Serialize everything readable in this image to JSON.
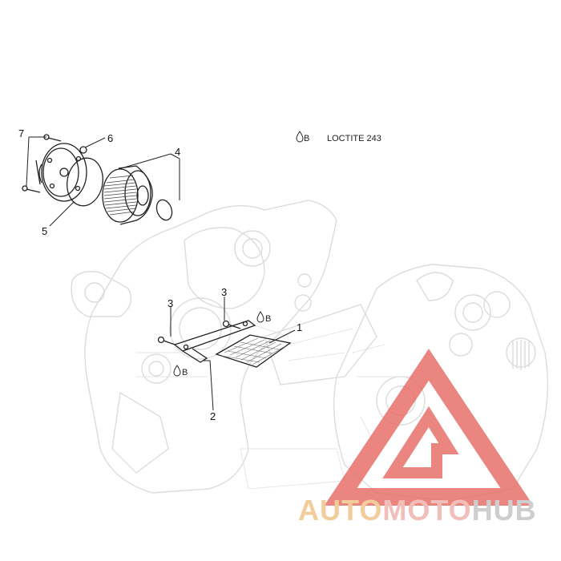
{
  "legend": {
    "symbol": "B",
    "text": "LOCTITE 243"
  },
  "callouts": {
    "n1": "1",
    "n2": "2",
    "n3a": "3",
    "n3b": "3",
    "n4": "4",
    "n5": "5",
    "n6": "6",
    "n7": "7"
  },
  "loctite_marks": {
    "mark_a": "B",
    "mark_b": "B"
  },
  "watermark": {
    "brand_part1": "AUTO",
    "brand_part2": "MOTO",
    "brand_part3": "HUB",
    "colors": {
      "triangle": "#e8706a",
      "auto": "#f2c48a",
      "moto": "#f2b3ad",
      "hub": "#c6c6c6"
    }
  }
}
